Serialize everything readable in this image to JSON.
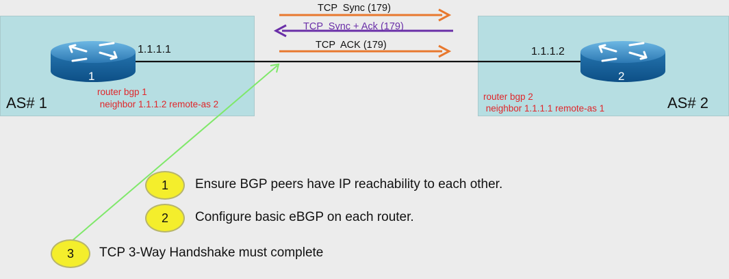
{
  "routers": {
    "r1": {
      "label": "1",
      "ip": "1.1.1.1",
      "as_label": "AS# 1",
      "config": [
        "router bgp 1",
        " neighbor 1.1.1.2 remote-as 2"
      ]
    },
    "r2": {
      "label": "2",
      "ip": "1.1.1.2",
      "as_label": "AS# 2",
      "config": [
        "router bgp 2",
        " neighbor 1.1.1.1 remote-as 1"
      ]
    }
  },
  "flows": [
    {
      "label": "TCP  Sync (179)",
      "direction": "right",
      "color": "#e8782e"
    },
    {
      "label": "TCP  Sync + Ack (179)",
      "direction": "left",
      "color": "#6a2fa8"
    },
    {
      "label": "TCP  ACK (179)",
      "direction": "right",
      "color": "#e8782e"
    }
  ],
  "steps": [
    {
      "number": "1",
      "text": "Ensure BGP peers have IP reachability to each other."
    },
    {
      "number": "2",
      "text": "Configure basic eBGP on each router."
    },
    {
      "number": "3",
      "text": "TCP 3-Way Handshake must complete"
    }
  ],
  "colors": {
    "as_box": "#b6dee2",
    "config_text": "#e0262a",
    "badge": "#f4ee2c",
    "pointer_line": "#7fe86a"
  }
}
